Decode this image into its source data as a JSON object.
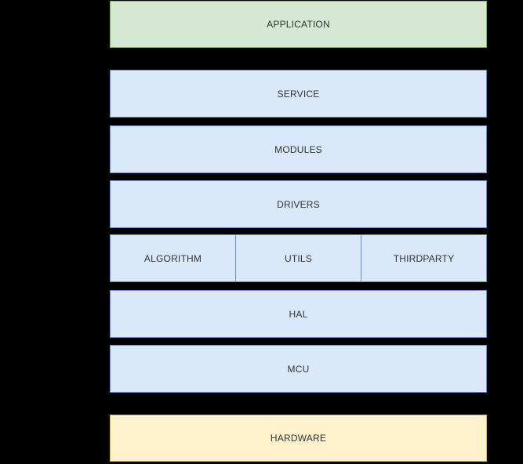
{
  "diagram": {
    "background_color": "#000000",
    "text_color": "#333333",
    "boxes": {
      "application": {
        "label": "APPLICATION",
        "fill": "#d5e8d4",
        "border": "#82b366"
      },
      "service": {
        "label": "SERVICE",
        "fill": "#dae8fc",
        "border": "#6c8ebf"
      },
      "modules": {
        "label": "MODULES",
        "fill": "#dae8fc",
        "border": "#6c8ebf"
      },
      "drivers": {
        "label": "DRIVERS",
        "fill": "#dae8fc",
        "border": "#6c8ebf"
      },
      "algorithm": {
        "label": "ALGORITHM",
        "fill": "#dae8fc",
        "border": "#6c8ebf"
      },
      "utils": {
        "label": "UTILS",
        "fill": "#dae8fc",
        "border": "#6c8ebf"
      },
      "thirdparty": {
        "label": "THIRDPARTY",
        "fill": "#dae8fc",
        "border": "#6c8ebf"
      },
      "hal": {
        "label": "HAL",
        "fill": "#dae8fc",
        "border": "#6c8ebf"
      },
      "mcu": {
        "label": "MCU",
        "fill": "#dae8fc",
        "border": "#6c8ebf"
      },
      "hardware": {
        "label": "HARDWARE",
        "fill": "#fff2cc",
        "border": "#d6b656"
      }
    }
  }
}
